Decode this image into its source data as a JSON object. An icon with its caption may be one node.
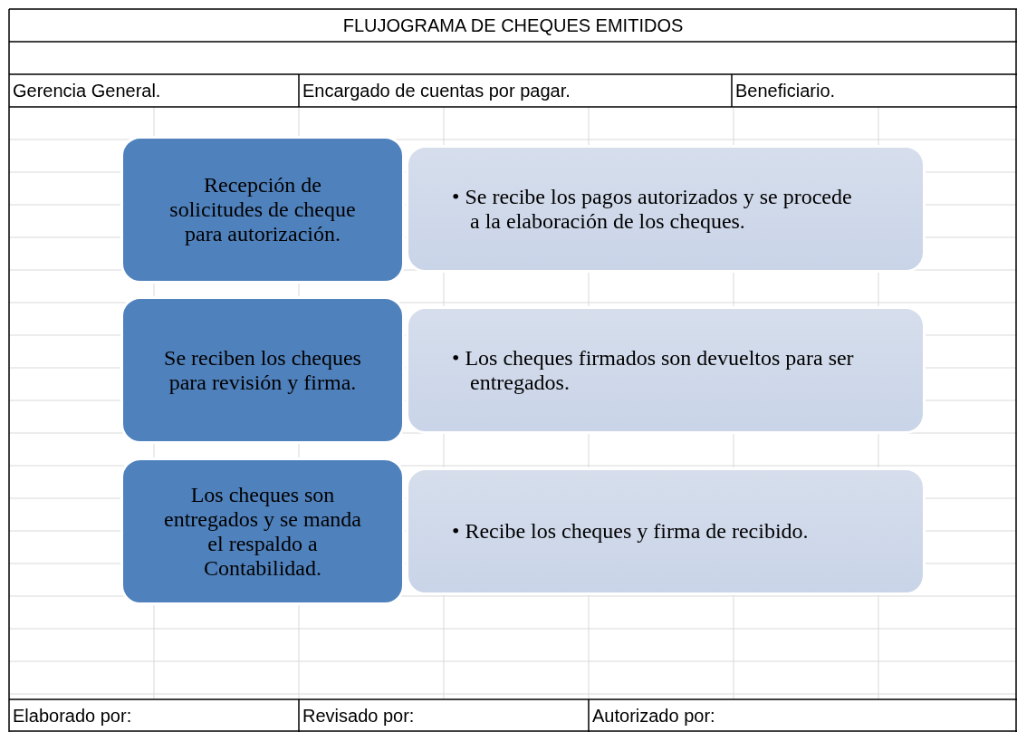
{
  "diagram": {
    "title": "FLUJOGRAMA DE CHEQUES EMITIDOS",
    "nodes": [
      {
        "text": [
          "Recepción de solicitudes de cheque para autorización."
        ]
      },
      {
        "text": [
          "• Se recibe los pagos autorizados y se procede a la elaboración de los cheques."
        ]
      },
      {
        "text": [
          "Se reciben los cheques para revisión y firma."
        ]
      },
      {
        "text": [
          "• Los cheques firmados son devueltos para ser entregados."
        ]
      },
      {
        "text": [
          "Los cheques son entregados y se manda el respaldo a Contabilidad."
        ]
      },
      {
        "text": [
          "• Recibe los cheques y firma de recibido."
        ]
      }
    ],
    "labels": [
      "Gerencia General.",
      "Encargado de cuentas por pagar.",
      "Beneficiario.",
      "Elaborado por:",
      "Revisado por:",
      "Autorizado por:"
    ]
  }
}
